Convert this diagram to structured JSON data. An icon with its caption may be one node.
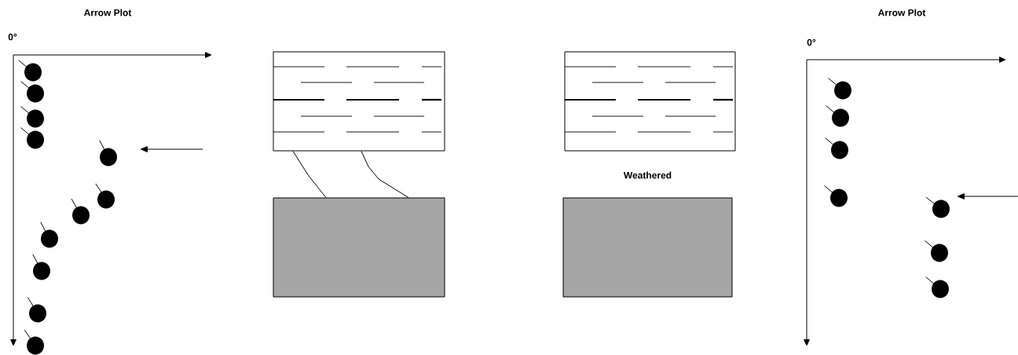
{
  "diagram": {
    "nodes": [
      {
        "text": [],
        "shape": "box"
      },
      {
        "text": [],
        "shape": "box"
      },
      {
        "text": [],
        "shape": "box"
      },
      {
        "text": [],
        "shape": "box",
        "beside": [
          "Weathered"
        ]
      }
    ],
    "edges": [
      {
        "from": 0,
        "to": 1,
        "arrow": "none"
      },
      {
        "from": 0,
        "to": 1,
        "arrow": "none"
      }
    ],
    "labels": [
      "Arrow Plot",
      "0°",
      "Arrow Plot",
      "0°"
    ]
  }
}
